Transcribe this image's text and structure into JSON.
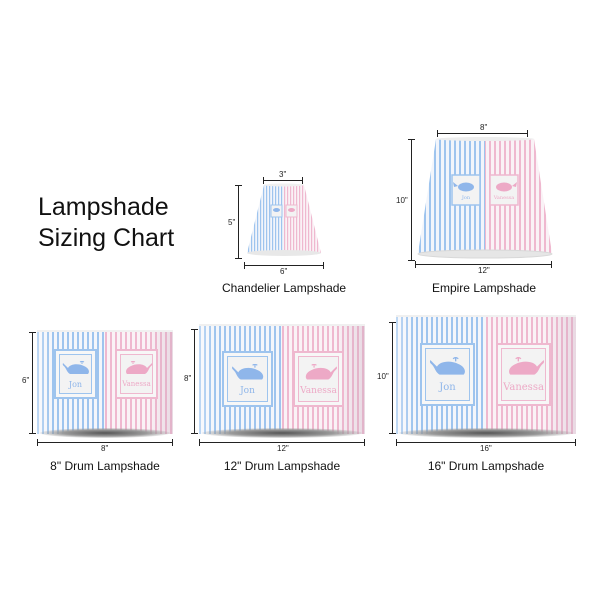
{
  "title": {
    "line1": "Lampshade",
    "line2": "Sizing Chart"
  },
  "colors": {
    "blue_stripe": "#9ec4ee",
    "pink_stripe": "#efb8cf",
    "text": "#111111"
  },
  "names": {
    "left": "Jon",
    "right": "Vanessa"
  },
  "lampshades": [
    {
      "id": "chandelier",
      "caption": "Chandelier Lampshade",
      "top_width": "3\"",
      "bottom_width": "6\"",
      "height": "5\""
    },
    {
      "id": "empire",
      "caption": "Empire Lampshade",
      "top_width": "8\"",
      "bottom_width": "12\"",
      "height": "10\""
    },
    {
      "id": "drum8",
      "caption": "8\" Drum Lampshade",
      "bottom_width": "8\"",
      "height": "6\""
    },
    {
      "id": "drum12",
      "caption": "12\" Drum Lampshade",
      "bottom_width": "12\"",
      "height": "8\""
    },
    {
      "id": "drum16",
      "caption": "16\" Drum Lampshade",
      "bottom_width": "16\"",
      "height": "10\""
    }
  ]
}
